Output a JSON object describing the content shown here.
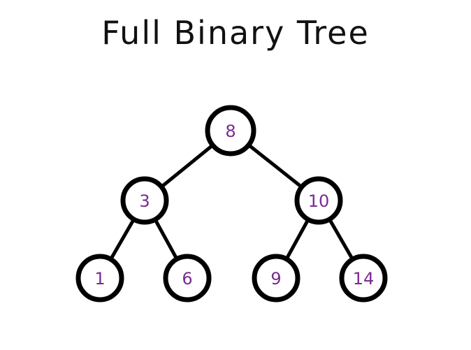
{
  "title": "Full Binary Tree",
  "colors": {
    "node_stroke": "#000000",
    "label": "#7b2a92",
    "edge": "#000000"
  },
  "tree": {
    "nodes": [
      {
        "id": "n8",
        "label": "8"
      },
      {
        "id": "n3",
        "label": "3"
      },
      {
        "id": "n10",
        "label": "10"
      },
      {
        "id": "n1",
        "label": "1"
      },
      {
        "id": "n6",
        "label": "6"
      },
      {
        "id": "n9",
        "label": "9"
      },
      {
        "id": "n14",
        "label": "14"
      }
    ],
    "edges": [
      [
        "n8",
        "n3"
      ],
      [
        "n8",
        "n10"
      ],
      [
        "n3",
        "n1"
      ],
      [
        "n3",
        "n6"
      ],
      [
        "n10",
        "n9"
      ],
      [
        "n10",
        "n14"
      ]
    ]
  }
}
